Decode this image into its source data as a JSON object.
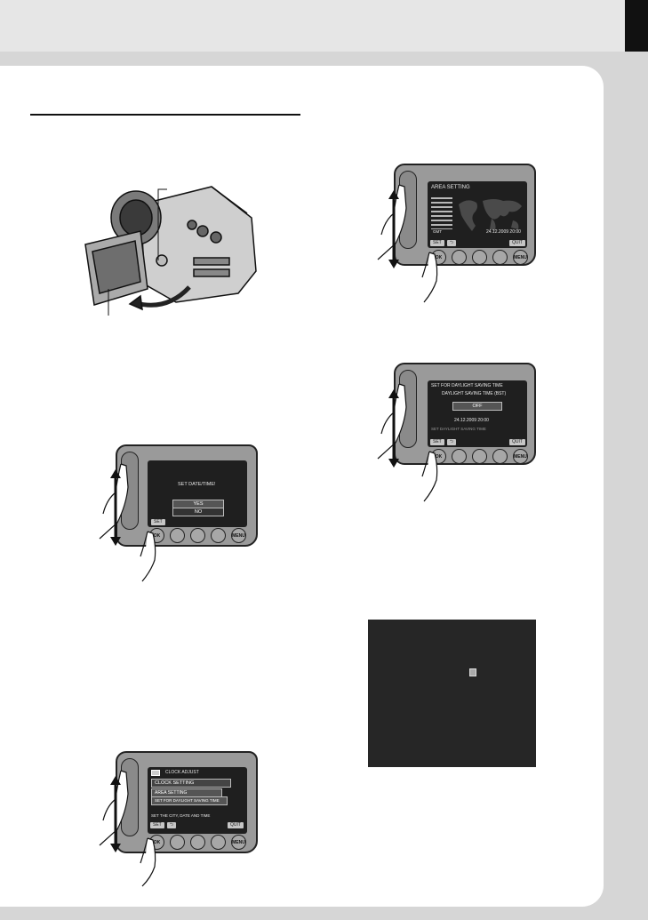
{
  "screens": {
    "area_setting": {
      "title": "AREA SETTING",
      "date": "24.12.2009 20:00",
      "set": "SET",
      "quit": "QUIT",
      "gmt": "GMT"
    },
    "daylight": {
      "title": "SET FOR DAYLIGHT SAVING TIME",
      "subtitle": "DAYLIGHT SAVING TIME (BST)",
      "value": "OFF",
      "date": "24.12.2009  20:00",
      "footer": "SET DAYLIGHT SAVING TIME",
      "set": "SET",
      "quit": "QUIT"
    },
    "set_datetime": {
      "prompt": "SET DATE/TIME!",
      "yes": "YES",
      "no": "NO",
      "set": "SET"
    },
    "clock_adjust": {
      "title": "CLOCK ADJUST",
      "items": [
        "CLOCK SETTING",
        "AREA SETTING",
        "SET FOR DAYLIGHT SAVING TIME"
      ],
      "footer": "SET THE CITY, DATE AND TIME",
      "set": "SET",
      "quit": "QUIT"
    }
  },
  "buttons": {
    "ok": "OK",
    "menu": "MENU"
  },
  "colors": {
    "screen": "#1f1f1f",
    "device": "#9a9a9a",
    "page": "#ffffff",
    "band": "#d6d6d6"
  }
}
